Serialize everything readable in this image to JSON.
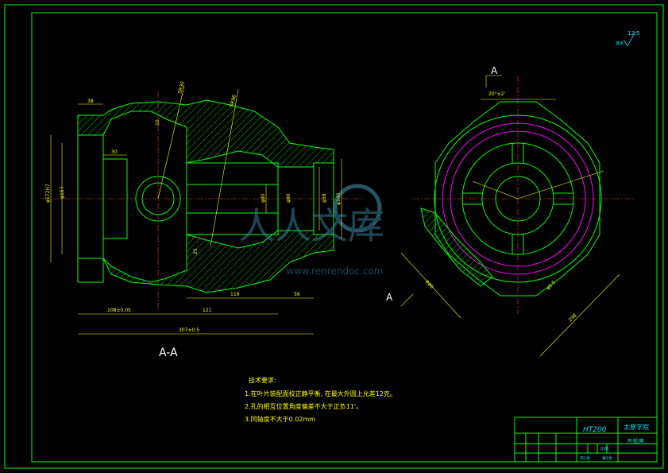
{
  "section_title": "A-A",
  "section_markers": {
    "top": "A",
    "bottom": "A"
  },
  "roughness": {
    "value": "12.5",
    "note": "其余"
  },
  "dimensions": {
    "d1": "38",
    "d2": "30",
    "d3": "φ157",
    "d4": "φ172H7",
    "d5": "φ80",
    "d6": "φ90",
    "d7": "φ140",
    "d8": "φ58",
    "d9": "108±0.05",
    "d10": "121",
    "d11": "119",
    "d12": "56",
    "d13": "307±0.5",
    "d14": "SR30",
    "d15": "SR96",
    "d16": "10",
    "d17": "25",
    "d18": "R80",
    "d19": "20°±2'",
    "d20": "298",
    "d21": "φ6.5"
  },
  "tech_requirements": {
    "title": "技术要求:",
    "items": [
      "1.在叶片装配面校正静平衡, 在最大外圆上允差12克。",
      "2.孔的相互位置角度偏差不大于正负11'。",
      "3.同轴度不大于0.02mm"
    ]
  },
  "title_block": {
    "material": "HT200",
    "school": "太原学院",
    "part_name": "叶轮座",
    "scale_label": "比例",
    "sheet": "共1张",
    "sheet2": "第1张"
  },
  "watermark": {
    "text": "人人文库",
    "url": "www.renrendoc.com"
  }
}
